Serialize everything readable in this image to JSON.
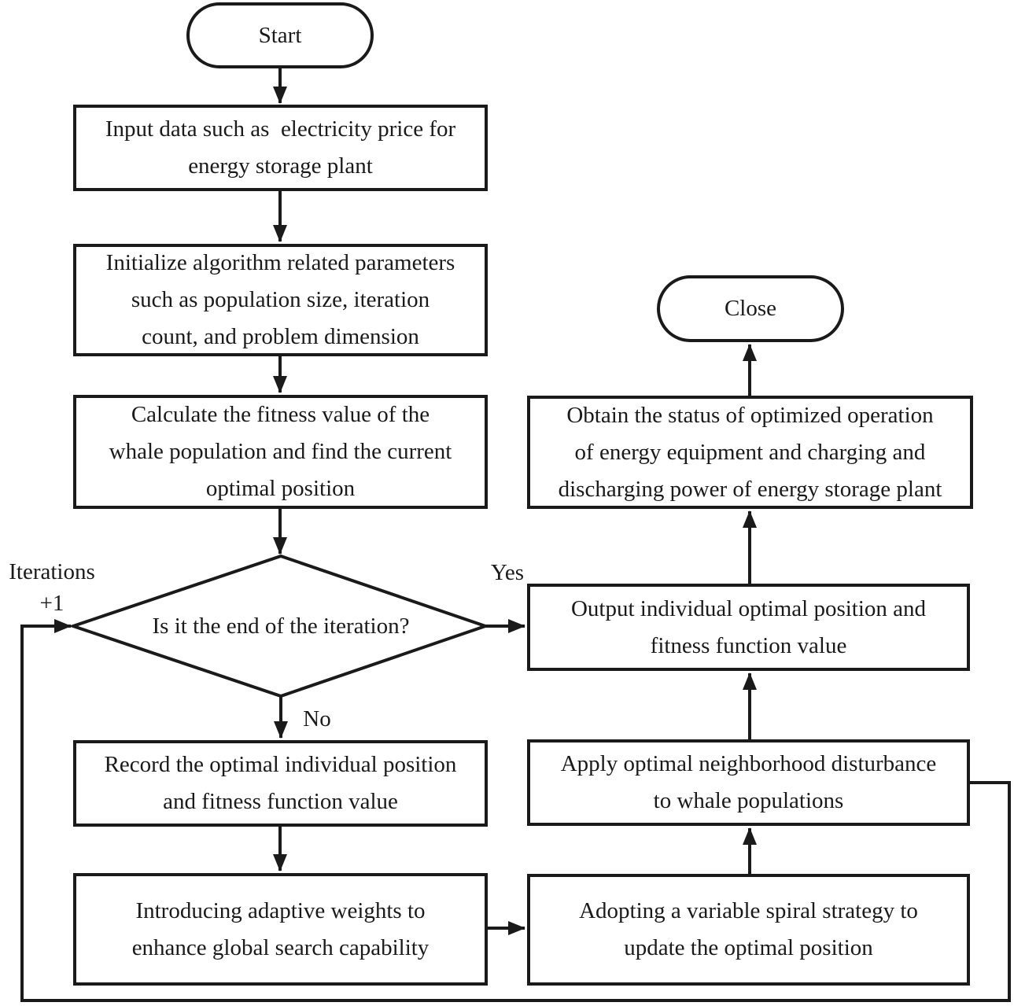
{
  "colors": {
    "ink": "#1a1a1a",
    "background": "#ffffff"
  },
  "flowchart": {
    "start": {
      "label": "Start"
    },
    "input_data": {
      "lines": [
        "Input data such as  electricity price for",
        "energy storage plant"
      ]
    },
    "initialize": {
      "lines": [
        "Initialize algorithm related parameters",
        "such as population size, iteration",
        "count, and problem dimension"
      ]
    },
    "calculate": {
      "lines": [
        "Calculate the fitness value of the",
        "whale population and find the current",
        "optimal position"
      ]
    },
    "decision": {
      "label": "Is it the end of the iteration?"
    },
    "record": {
      "lines": [
        "Record the optimal individual position",
        "and fitness function value"
      ]
    },
    "introduce_weights": {
      "lines": [
        "Introducing adaptive weights to",
        "enhance global search capability"
      ]
    },
    "adopt_spiral": {
      "lines": [
        "Adopting a variable spiral strategy to",
        "update the optimal position"
      ]
    },
    "apply_disturbance": {
      "lines": [
        "Apply optimal neighborhood disturbance",
        "to whale populations"
      ]
    },
    "output": {
      "lines": [
        "Output individual optimal position and",
        "fitness function value"
      ]
    },
    "obtain_status": {
      "lines": [
        "Obtain the status of optimized operation",
        "of energy equipment and charging and",
        "discharging power of energy storage plant"
      ]
    },
    "close": {
      "label": "Close"
    },
    "edge_labels": {
      "yes": "Yes",
      "no": "No",
      "iterations": "Iterations",
      "plus_one": "+1"
    }
  }
}
